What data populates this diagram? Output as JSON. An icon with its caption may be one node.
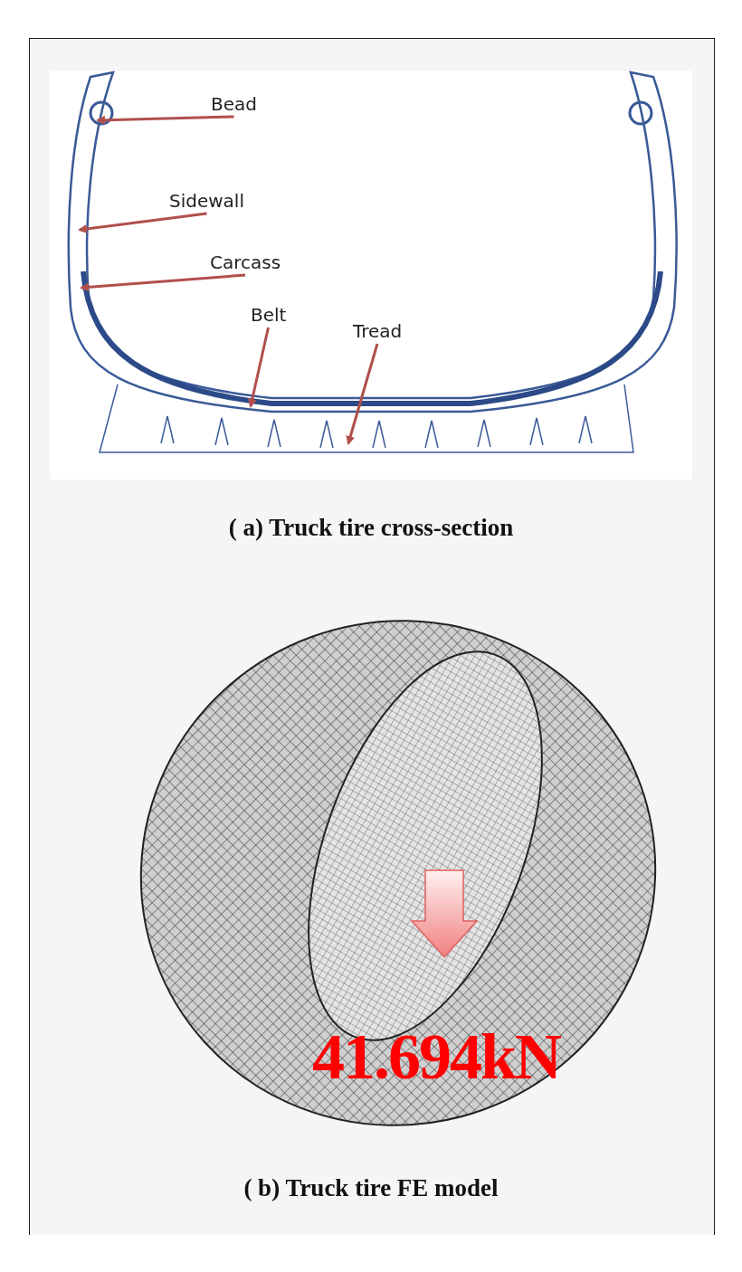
{
  "diagram": {
    "nodes": [
      {
        "text": [
          "Bead"
        ]
      },
      {
        "text": [
          "Sidewall"
        ]
      },
      {
        "text": [
          "Carcass"
        ]
      },
      {
        "text": [
          "Belt"
        ]
      },
      {
        "text": [
          "Tread"
        ]
      }
    ],
    "edges": [
      {
        "from": 0,
        "to": null,
        "arrow": "to"
      },
      {
        "from": 1,
        "to": null,
        "arrow": "to"
      },
      {
        "from": 2,
        "to": null,
        "arrow": "to"
      },
      {
        "from": 3,
        "to": null,
        "arrow": "to"
      },
      {
        "from": 4,
        "to": null,
        "arrow": "to"
      }
    ],
    "labels": [
      "( a) Truck tire cross-section",
      "41.694kN",
      "( b) Truck tire FE model"
    ]
  }
}
